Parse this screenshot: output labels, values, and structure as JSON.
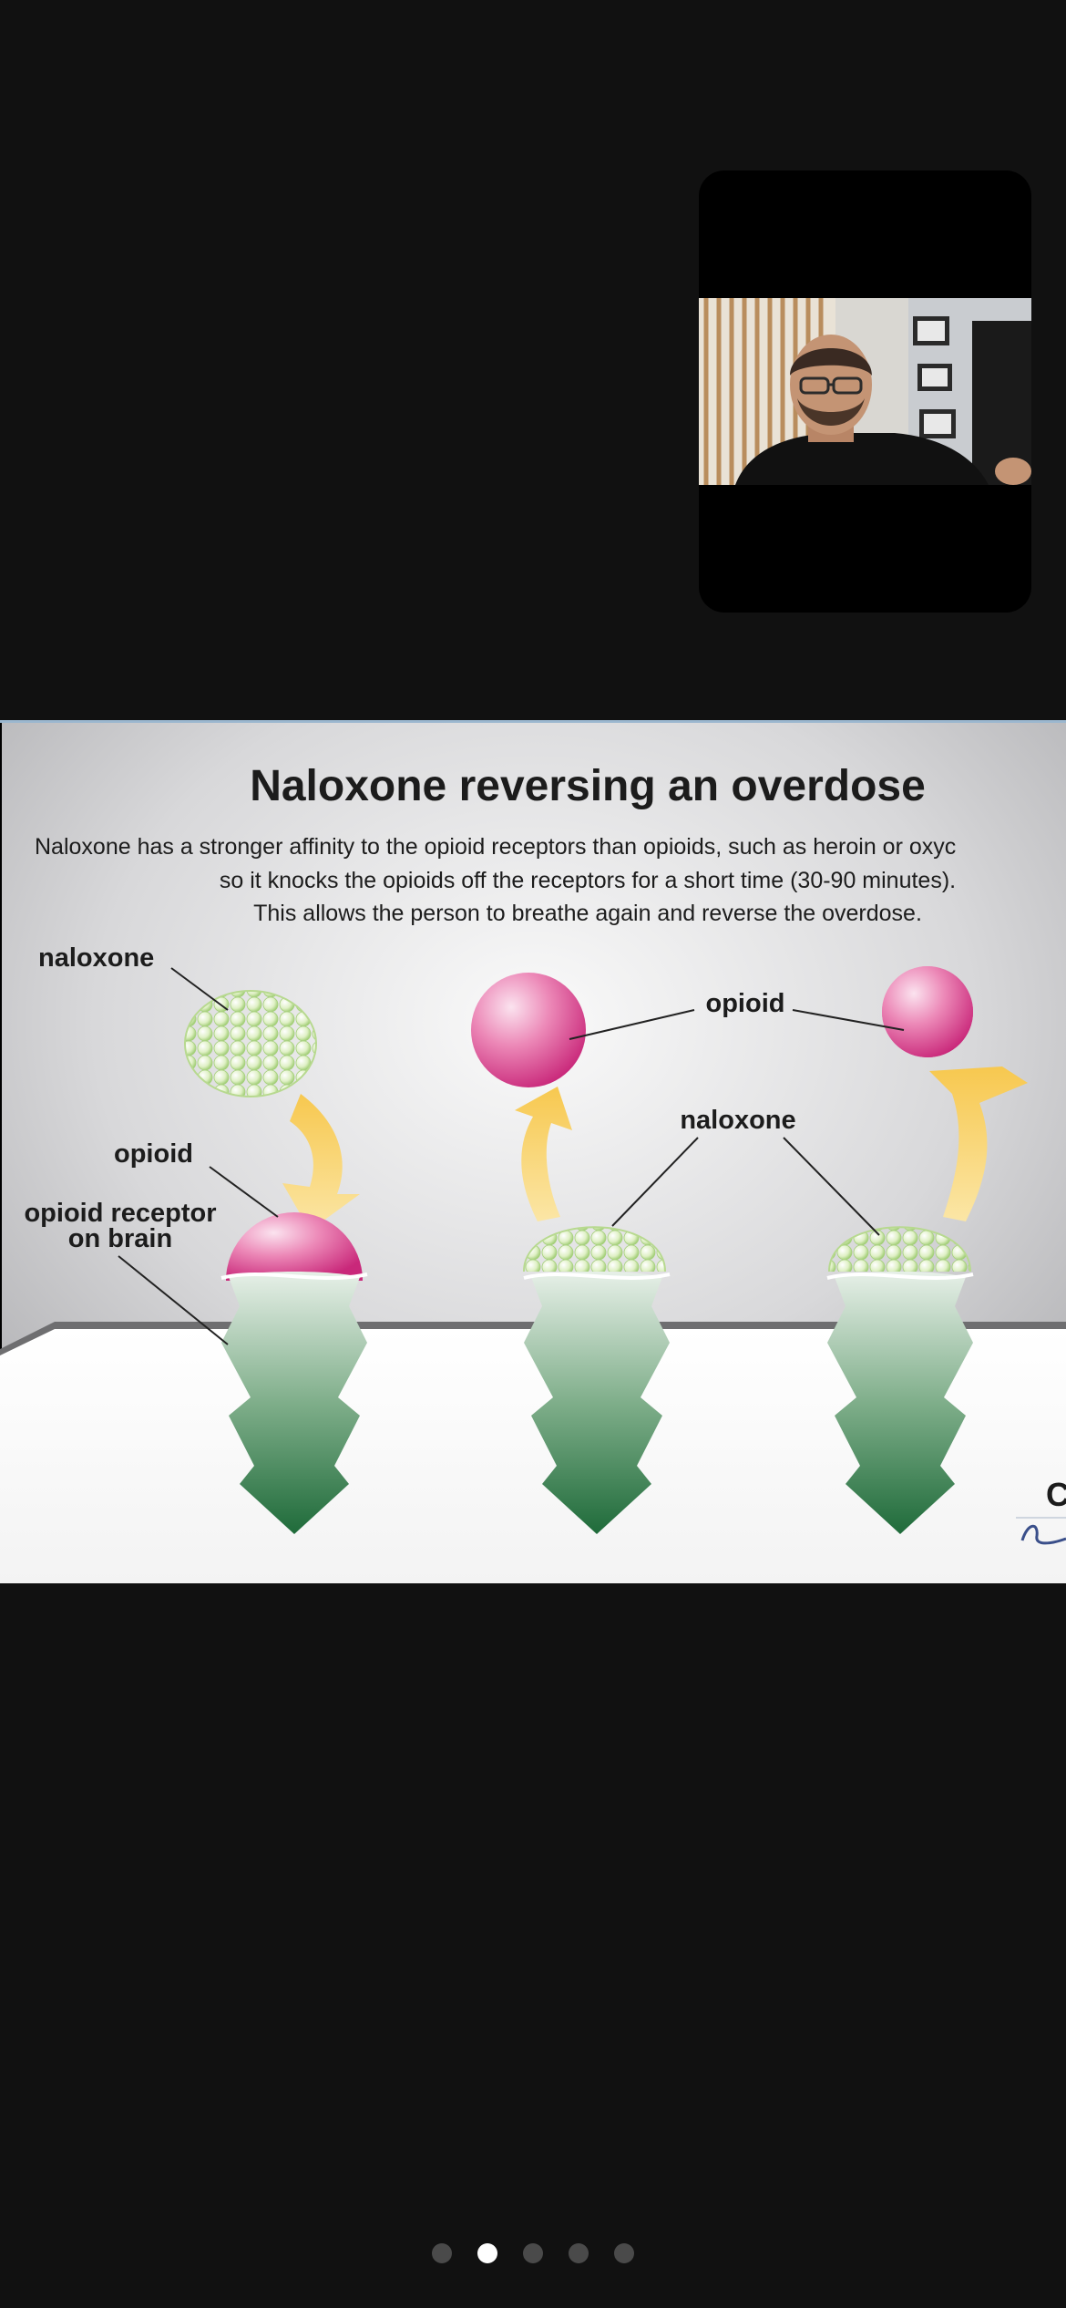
{
  "slide": {
    "title": "Naloxone reversing an overdose",
    "body_line1": "Naloxone has a stronger affinity to the opioid receptors than opioids, such as heroin or oxyc",
    "body_line2": "so it knocks the opioids off the receptors for a short time (30-90 minutes).",
    "body_line3": "This allows the person to breathe again and reverse the overdose.",
    "labels": {
      "naloxone_top_left": "naloxone",
      "opioid_left": "opioid",
      "receptor_line1": "opioid receptor",
      "receptor_line2": "on brain",
      "opioid_top": "opioid",
      "naloxone_middle": "naloxone",
      "partial_letter": "C"
    }
  },
  "page_indicator": {
    "count": 5,
    "active_index": 1
  },
  "colors": {
    "background": "#111111",
    "opioid_pink": "#d8428c",
    "naloxone_green": "#c9e6a4",
    "receptor_green": "#2f7a48",
    "arrow_yellow": "#f5c14a"
  }
}
